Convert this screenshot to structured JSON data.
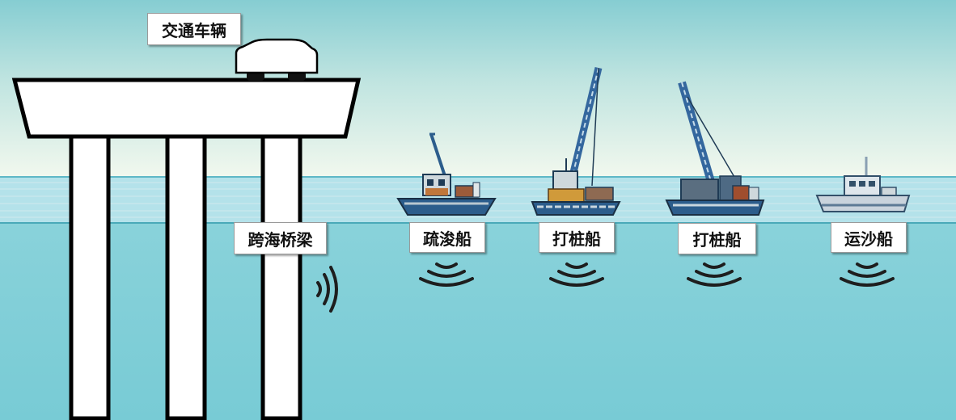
{
  "labels": {
    "traffic_vehicle": "交通车辆",
    "sea_bridge": "跨海桥梁",
    "dredger": "疏浚船",
    "pile_driver_1": "打桩船",
    "pile_driver_2": "打桩船",
    "sand_carrier": "运沙船"
  },
  "colors": {
    "sky_top": "#86cdd2",
    "sky_horizon": "#f2f8ee",
    "sea": "#7ecfd8",
    "sea_band": "#b4e2ea",
    "structure_fill": "#ffffff",
    "structure_stroke": "#000000",
    "hull_blue": "#2c5d8c",
    "hull_dark": "#1f3b55",
    "crane_blue": "#34679e",
    "cabin_orange": "#d08a38",
    "sound_wave": "#1e1e1e"
  },
  "icons": {
    "sound_waves": "concentric-arc-sound-wave",
    "vehicle": "car-on-bridge"
  }
}
